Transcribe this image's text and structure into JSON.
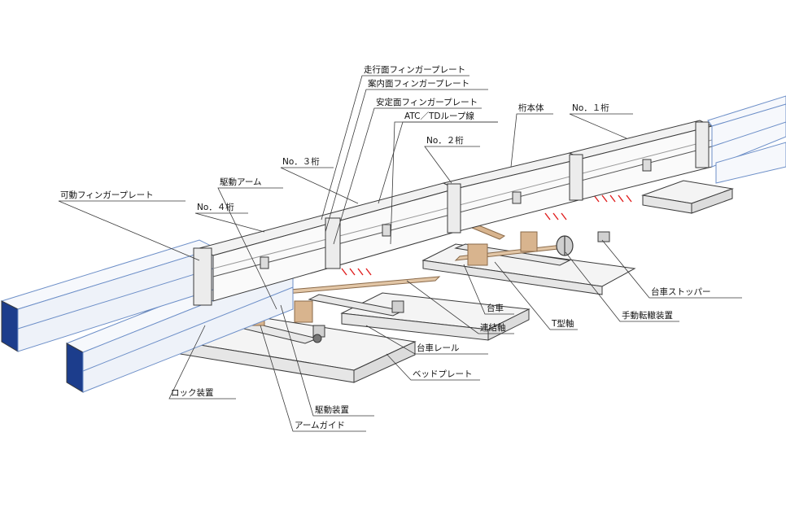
{
  "labels": {
    "running_finger_plate": "走行面フィンガープレート",
    "guide_finger_plate": "案内面フィンガープレート",
    "stable_finger_plate": "安定面フィンガープレート",
    "atc_td_loop": "ATC／TDループ線",
    "girder_body": "桁本体",
    "girder_no1": "No．１桁",
    "girder_no2": "No．２桁",
    "girder_no3": "No．３桁",
    "girder_no4": "No．４桁",
    "drive_arm": "駆動アーム",
    "movable_finger_plate": "可動フィンガープレート",
    "bogie_stopper": "台車ストッパー",
    "manual_switch_device": "手動転轍装置",
    "bogie": "台車",
    "t_shaft": "T型軸",
    "connecting_shaft": "連結軸",
    "bogie_rail": "台車レール",
    "bed_plate": "ベッドプレート",
    "lock_device": "ロック装置",
    "drive_device": "駆動装置",
    "arm_guide": "アームガイド"
  },
  "colors": {
    "line": "#3a3a3a",
    "girder_end": "#1c3d8c",
    "girder_edge": "#6d8fc8",
    "drive_parts": "#c89a6a",
    "red_parts": "#e02020"
  }
}
